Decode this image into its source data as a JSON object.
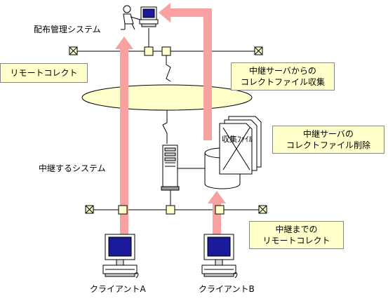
{
  "labels": {
    "distribution_system": "配布管理システム",
    "relay_system": "中継するシステム",
    "client_a": "クライアントA",
    "client_b": "クライアントB",
    "file_label": "収集ﾌｧｲﾙ"
  },
  "callouts": {
    "remote_collect": "リモートコレクト",
    "relay_collect_line1": "中継サーバからの",
    "relay_collect_line2": "コレクトファイル収集",
    "relay_delete_line1": "中継サーバの",
    "relay_delete_line2": "コレクトファイル削除",
    "to_relay_line1": "中継までの",
    "to_relay_line2": "リモートコレクト"
  },
  "colors": {
    "arrow": "#f7a1a1",
    "callout_bg": "#ffffcc",
    "network_cloud": "#ffffcc",
    "monitor_screen": "#1a1a9a"
  },
  "icons": [
    "user-at-computer-icon",
    "server-icon",
    "disk-icon",
    "document-stack-icon",
    "client-computer-icon",
    "terminator-icon",
    "connector-icon"
  ]
}
